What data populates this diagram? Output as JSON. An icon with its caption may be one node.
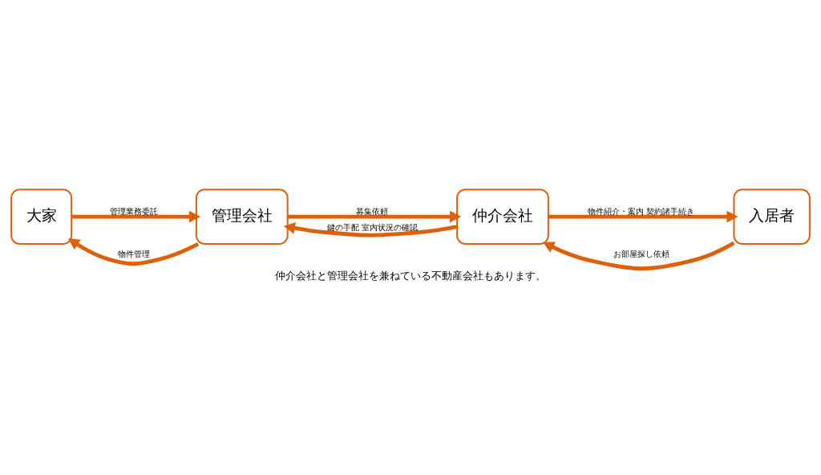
{
  "diagram": {
    "caption": "仲介会社と管理会社を兼ねている不動産会社もあります。",
    "nodes": [
      {
        "text": [
          "大家"
        ]
      },
      {
        "text": [
          "管理会社"
        ]
      },
      {
        "text": [
          "仲介会社"
        ]
      },
      {
        "text": [
          "入居者"
        ]
      }
    ],
    "edges": [
      {
        "from": 1,
        "to": 0,
        "arrow": "to",
        "label": "物件管理"
      },
      {
        "from": 0,
        "to": 1,
        "arrow": "to",
        "label": "管理業務委託"
      },
      {
        "from": 1,
        "to": 2,
        "arrow": "to",
        "label": "募集依頼"
      },
      {
        "from": 2,
        "to": 1,
        "arrow": "to",
        "label": "鍵の手配 室内状況の確認"
      },
      {
        "from": 3,
        "to": 2,
        "arrow": "to",
        "label": "お部屋探し依頼"
      },
      {
        "from": 2,
        "to": 3,
        "arrow": "to",
        "label": "物件紹介・案内 契約諸手続き"
      }
    ]
  }
}
